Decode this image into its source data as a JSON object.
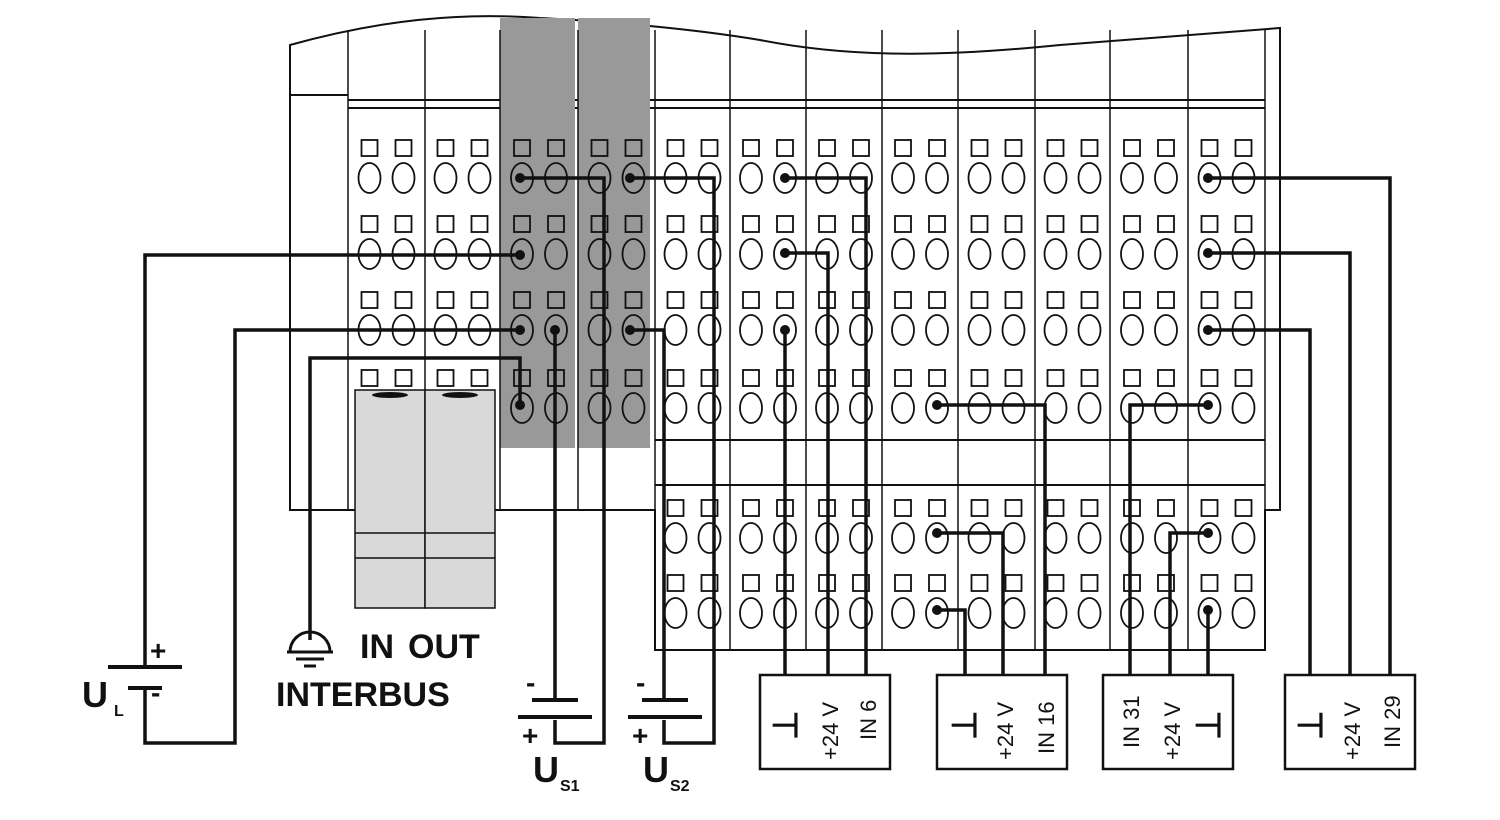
{
  "colors": {
    "line": "#111111",
    "shaded_module": "#999999",
    "connector": "#d9d9d9",
    "background": "#ffffff"
  },
  "icons": {
    "ground": "ground-icon",
    "battery": "battery-icon"
  },
  "labels": {
    "connector_in": "IN",
    "connector_out": "OUT",
    "interbus": "INTERBUS",
    "supply_ul_main": "U",
    "supply_ul_sub": "L",
    "supply_us1_main": "U",
    "supply_us1_sub": "S1",
    "supply_us2_main": "U",
    "supply_us2_sub": "S2",
    "plus": "+",
    "minus": "-"
  },
  "sensors": [
    {
      "id": "in6",
      "labels": [
        "⊥",
        "+24 V",
        "IN 6"
      ]
    },
    {
      "id": "in16",
      "labels": [
        "⊥",
        "+24 V",
        "IN 16"
      ]
    },
    {
      "id": "in31",
      "labels": [
        "IN 31",
        "+24 V",
        "⊥"
      ]
    },
    {
      "id": "in29",
      "labels": [
        "⊥",
        "+24 V",
        "IN 29"
      ]
    }
  ]
}
